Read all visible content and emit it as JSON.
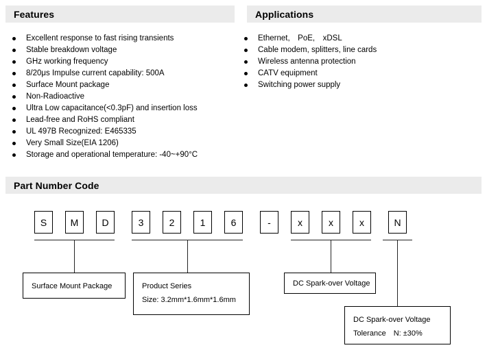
{
  "features": {
    "title": "Features",
    "items": [
      "Excellent response to fast rising transients",
      "Stable breakdown voltage",
      "GHz working frequency",
      "8/20μs Impulse current capability: 500A",
      "Surface Mount package",
      "Non-Radioactive",
      "Ultra Low capacitance(<0.3pF) and insertion loss",
      "Lead-free and RoHS compliant",
      "UL 497B Recognized: E465335",
      "Very Small Size(EIA 1206)",
      "Storage and operational temperature: -40~+90°C"
    ]
  },
  "applications": {
    "title": "Applications",
    "items": [
      "Ethernet, PoE, xDSL",
      "Cable modem, splitters, line cards",
      "Wireless antenna protection",
      "CATV equipment",
      "Switching power supply"
    ]
  },
  "part_number_code": {
    "title": "Part Number Code",
    "characters": [
      "S",
      "M",
      "D",
      "3",
      "2",
      "1",
      "6",
      "-",
      "x",
      "x",
      "x",
      "N"
    ],
    "descriptions": {
      "package": [
        "Surface Mount Package"
      ],
      "series": [
        "Product Series",
        "Size: 3.2mm*1.6mm*1.6mm"
      ],
      "voltage": [
        "DC Spark-over Voltage"
      ],
      "tolerance": [
        "DC Spark-over Voltage",
        "Tolerance N: ±30%"
      ]
    }
  },
  "colors": {
    "header_bg": "#ebebeb",
    "line": "#222222",
    "text": "#000000"
  }
}
